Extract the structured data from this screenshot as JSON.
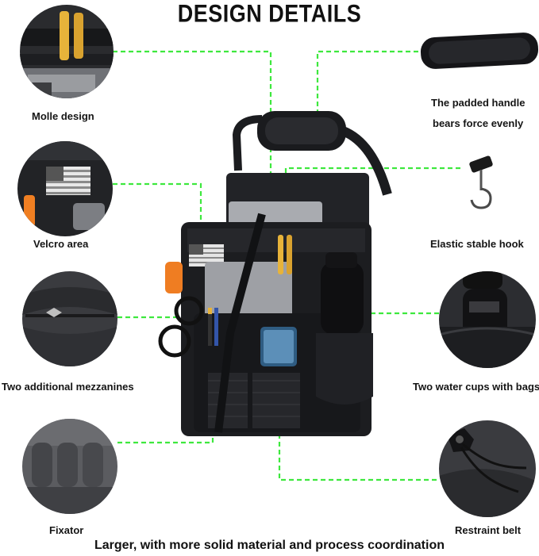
{
  "title": "DESIGN DETAILS",
  "features": {
    "molle": "Molle design",
    "handle_line1": "The padded handle",
    "handle_line2": "bears force evenly",
    "velcro": "Velcro area",
    "hook": "Elastic stable hook",
    "mezzanines": "Two additional mezzanines",
    "cups": "Two water cups with bags",
    "fixator": "Fixator",
    "belt": "Restraint belt"
  },
  "footer": "Larger, with more solid material and process coordination",
  "colors": {
    "leader_line": "#3ee83e",
    "bag": "#1c1d20",
    "text": "#151515"
  }
}
